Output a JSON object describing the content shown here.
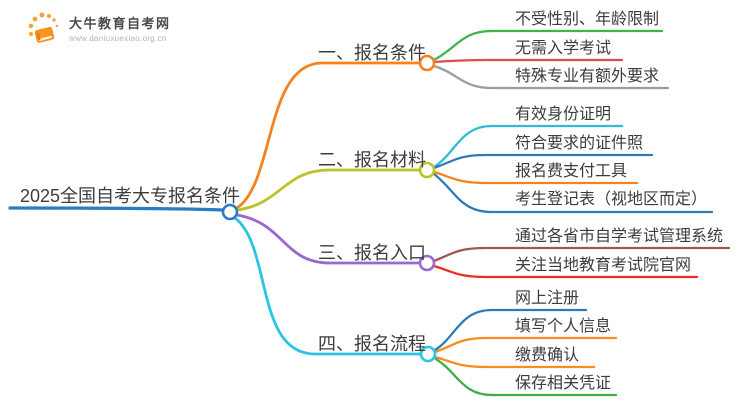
{
  "logo": {
    "title": "大牛教育自考网",
    "url": "www.daniuxuexiao.org.cn",
    "color": "#f7941d"
  },
  "root": {
    "label": "2025全国自考大专报名条件",
    "color": "#2a7cc0"
  },
  "branches": [
    {
      "label": "一、报名条件",
      "color": "#f5821f",
      "children": [
        {
          "label": "不受性别、年龄限制",
          "color": "#3db54a"
        },
        {
          "label": "无需入学考试",
          "color": "#e14b4b"
        },
        {
          "label": "特殊专业有额外要求",
          "color": "#9d9d9d"
        }
      ]
    },
    {
      "label": "二、报名材料",
      "color": "#bcc32a",
      "children": [
        {
          "label": "有效身份证明",
          "color": "#2ebcd8"
        },
        {
          "label": "符合要求的证件照",
          "color": "#2f79ba"
        },
        {
          "label": "报名费支付工具",
          "color": "#f5821f"
        },
        {
          "label": "考生登记表（视地区而定）",
          "color": "#2f79ba"
        }
      ]
    },
    {
      "label": "三、报名入口",
      "color": "#9a68cf",
      "children": [
        {
          "label": "通过各省市自学考试管理系统",
          "color": "#a3564e"
        },
        {
          "label": "关注当地教育考试院官网",
          "color": "#ea2e24"
        }
      ]
    },
    {
      "label": "四、报名流程",
      "color": "#2cc4e5",
      "children": [
        {
          "label": "网上注册",
          "color": "#2f79ba"
        },
        {
          "label": "填写个人信息",
          "color": "#f78c1f"
        },
        {
          "label": "缴费确认",
          "color": "#f78c1f"
        },
        {
          "label": "保存相关凭证",
          "color": "#3fae47"
        }
      ]
    }
  ]
}
